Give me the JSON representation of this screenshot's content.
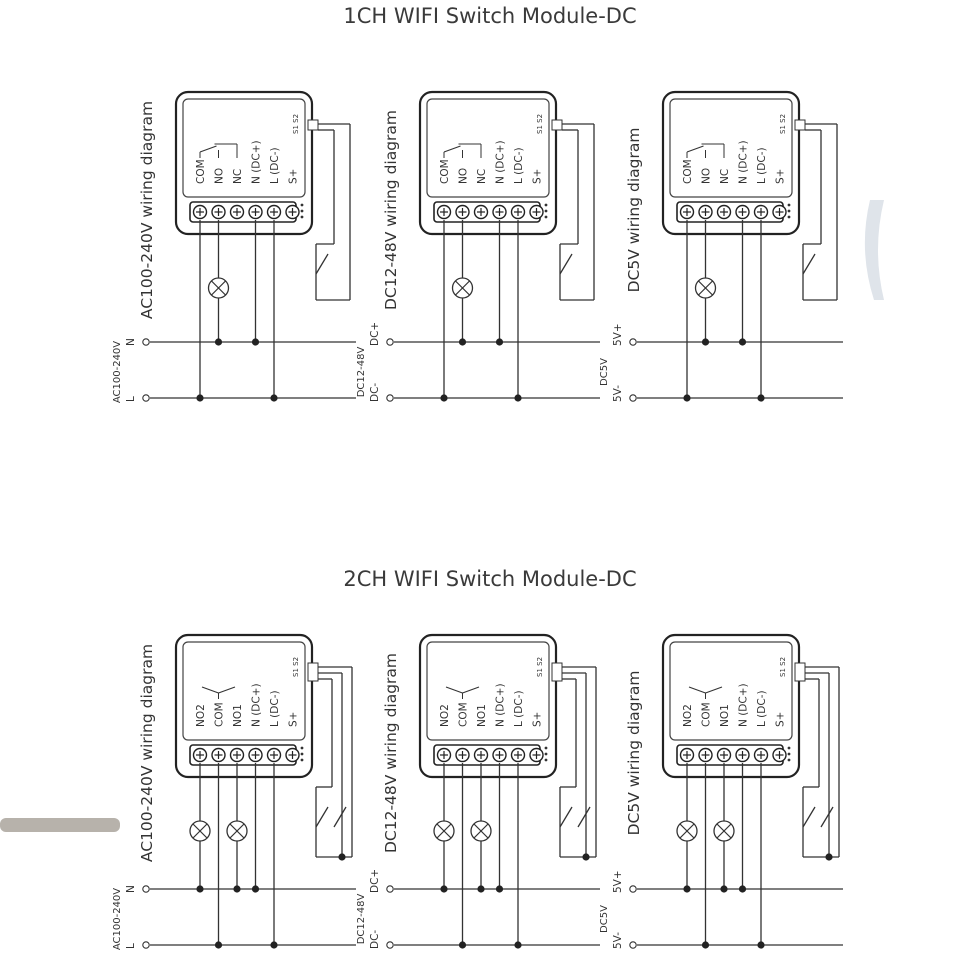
{
  "section_1ch": {
    "title": "1CH WIFI Switch Module-DC",
    "diagrams": [
      {
        "label": "AC100-240V wiring diagram",
        "supply_label": "AC100-240V",
        "line_top": "N",
        "line_bottom": "L",
        "terminals": [
          "COM",
          "NO",
          "NC",
          "N (DC+)",
          "L (DC-)",
          "S+"
        ]
      },
      {
        "label": "DC12-48V wiring diagram",
        "supply_label": "DC12-48V",
        "line_top": "DC+",
        "line_bottom": "DC-",
        "terminals": [
          "COM",
          "NO",
          "NC",
          "N (DC+)",
          "L (DC-)",
          "S+"
        ]
      },
      {
        "label": "DC5V wiring diagram",
        "supply_label": "DC5V",
        "line_top": "5V+",
        "line_bottom": "5V-",
        "terminals": [
          "COM",
          "NO",
          "NC",
          "N (DC+)",
          "L (DC-)",
          "S+"
        ]
      }
    ]
  },
  "section_2ch": {
    "title": "2CH WIFI Switch Module-DC",
    "diagrams": [
      {
        "label": "AC100-240V wiring diagram",
        "supply_label": "AC100-240V",
        "line_top": "N",
        "line_bottom": "L",
        "terminals": [
          "NO2",
          "COM",
          "NO1",
          "N (DC+)",
          "L (DC-)",
          "S+"
        ]
      },
      {
        "label": "DC12-48V wiring diagram",
        "supply_label": "DC12-48V",
        "line_top": "DC+",
        "line_bottom": "DC-",
        "terminals": [
          "NO2",
          "COM",
          "NO1",
          "N (DC+)",
          "L (DC-)",
          "S+"
        ]
      },
      {
        "label": "DC5V wiring diagram",
        "supply_label": "DC5V",
        "line_top": "5V+",
        "line_bottom": "5V-",
        "terminals": [
          "NO2",
          "COM",
          "NO1",
          "N (DC+)",
          "L (DC-)",
          "S+"
        ]
      }
    ]
  },
  "module_mark": "S1 S2"
}
